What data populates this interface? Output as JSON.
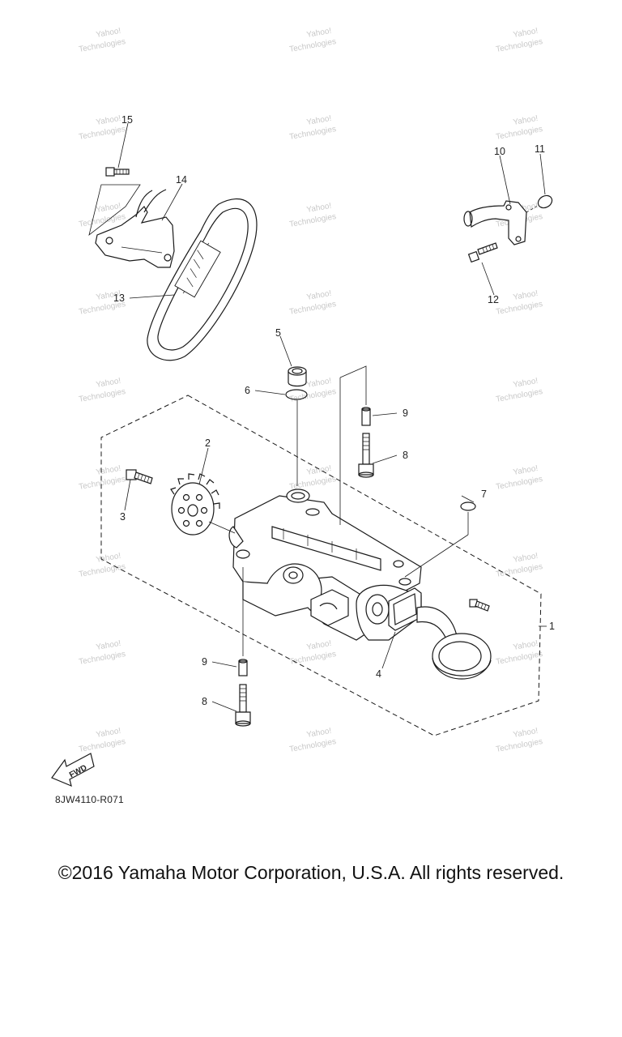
{
  "diagram": {
    "callouts": [
      "1",
      "2",
      "3",
      "4",
      "5",
      "6",
      "7",
      "8",
      "8",
      "9",
      "9",
      "10",
      "11",
      "12",
      "13",
      "14",
      "15"
    ],
    "fwd_label": "FWD",
    "diagram_code": "8JW4110-R071",
    "watermark_line1": "Yahoo!",
    "watermark_line2": "Technologies"
  },
  "footer": {
    "copyright": "©2016 Yamaha Motor Corporation, U.S.A. All rights reserved."
  }
}
